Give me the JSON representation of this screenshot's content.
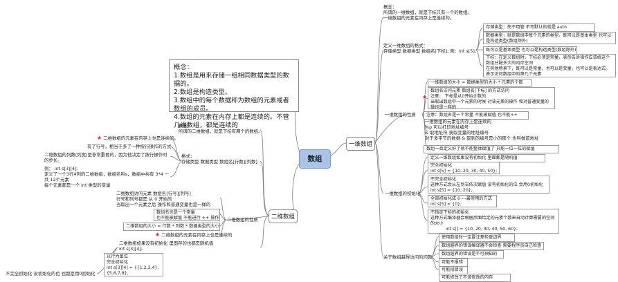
{
  "center": "数组",
  "nodes": {
    "one_dim": "一维数组",
    "two_dim": "二维数组"
  },
  "left_note": [
    "概念：",
    "1.数组是用来存储一组相同数据类型的数据的。",
    "2.数组是构造类型。",
    "3.数组中的每个数据称为数组的元素或者数组的成员。",
    "4.数组的元素在内存上都是连续的。不管几维数组，都是连续的"
  ],
  "right_concept": [
    "概念：",
    "所谓的一维数组，就是下标只有一个的数组。",
    "一维数组的元素在内存上是连续的。"
  ],
  "right_define": [
    "定义一维数组的格式：",
    "存储类型  数据类型  数组名[下标]; 例：int s[5];"
  ],
  "right_define_items": [
    [
      "存储类型：先不用管 不写默认的就是 auto"
    ],
    [
      "数据类型：就是数组中每个元素的类型，既可以是基本类型 也可以是构造类型(数组除外)"
    ],
    [
      "既可以是基本类型 也可以是构造类型(数组除外)"
    ],
    [
      "下标：在定义数组时，下标必须是常量，表示告诉操作应该给这个数组分配多大的内存空间",
      "在其他场景下，既可以是常量，也可以是变量，也可以是表达式。表示访问数组中的第几个元素"
    ]
  ],
  "props_label": "一维数组的性质",
  "props": [
    [
      "一维数组的大小 = 数据类型的大小 * 元素的个数"
    ],
    [
      "数组名访问元素  数组名[下标] 的方式访问",
      "注意：  下标是从0开始计数的",
      "当取出数组中一个元素的时候 对该元素的操作 和对普通变量的操作是一样的"
    ],
    [
      "注意：数组名是一个常量  不能被赋值 也不能++"
    ],
    [
      "一维数组的元素在内存上是连续的",
      "%p  可以打印地址编号",
      "&      取地址符 获取变量的地址编号",
      "对于多字节的数据 & 取到的编号是小的那个 也叫做首地址"
    ],
    [
      "数组一旦定义好了就不能整体赋值了 只能一位一位的赋值"
    ]
  ],
  "init_label": "一维数组的初始化",
  "init": [
    [
      "定义一维数组如果没有初始化 里面都是随机值"
    ],
    [
      "完全初始化",
      "int s[5] = {10, 20, 30, 40, 50};"
    ],
    [
      "不完全初始化",
      "这种方式会从左到右依次赋值 没有初始化的位 会用0初始化",
      "int s[5] = {10, 20};"
    ],
    [
      "全部初始化成 0 ---最常用的方式",
      "int s[5] = {0};"
    ],
    [
      "不指定下标的初始化",
      "这种方式编译器会根据后面给定的元素个数来自动计算需要的空间的大小",
      "int s[] = {10, 20, 30, 40, 50, 60};"
    ]
  ],
  "bounds_label": "关于数组越界访问的问题",
  "bounds": [
    "使用数组时一定要注意检查边界",
    "数组越界的错误编译器不会检查 需要程序员自己检查",
    "数组越界的错误是不可预知的",
    "可能不报错",
    "可能段错误",
    "可能修改了不该修改的内存"
  ],
  "two_concept": [
    "概念：",
    "所谓的二维数组，就是下标有两个的数组。"
  ],
  "two_format": [
    "格式：",
    "存储类型  数据类型  数组名[行数][列数]"
  ],
  "two_format_items": [
    [
      "二维数组的元素在内存上也是连续的。"
    ],
    [
      "有了行号，相当于多了一种按行操作的方式"
    ],
    [
      "二维数组的列数(列宽)是非常重要的，因为他决定了按行操作时的步长。"
    ],
    [
      "例：  int  s[3][4];",
      "定义了一个3行4列的二维数组，数组名叫s，数组中共有 3*4 一共 12个元素",
      "每个元素都是一个 int 类型的变量"
    ]
  ],
  "two_props_label": "二维数组的性质",
  "two_props": [
    [
      "二维数组访问元素  数组名[行号][列号]",
      "行号和列号都是 从 0 开始的",
      "当取出一个元素之后 操作和普通变量也是一样的"
    ],
    [
      "数组名也是一个常量",
      "也不能被赋值 不能进行 ++ 操作"
    ],
    [
      "二维数组的大小 = 行数 * 列数 * 数据类型的大小"
    ],
    [
      "二维数组的元素在内存上也是连续的"
    ]
  ],
  "two_init_head": [
    "二维数组如果没有初始化  里面存的也都是随机值",
    "int s[3][4];"
  ],
  "two_init": [
    [
      "以行为单位",
      "完全初始化",
      "int s[3][4] =  {{1,2,3,4},",
      "                        {5,6,7,8},"
    ],
    [
      "不完全初始化 没初始化的位 也都是用0初始化"
    ]
  ],
  "colors": {
    "center_fill": "#a9c4e6",
    "line": "#7a7a7a",
    "star": "#e02020"
  }
}
